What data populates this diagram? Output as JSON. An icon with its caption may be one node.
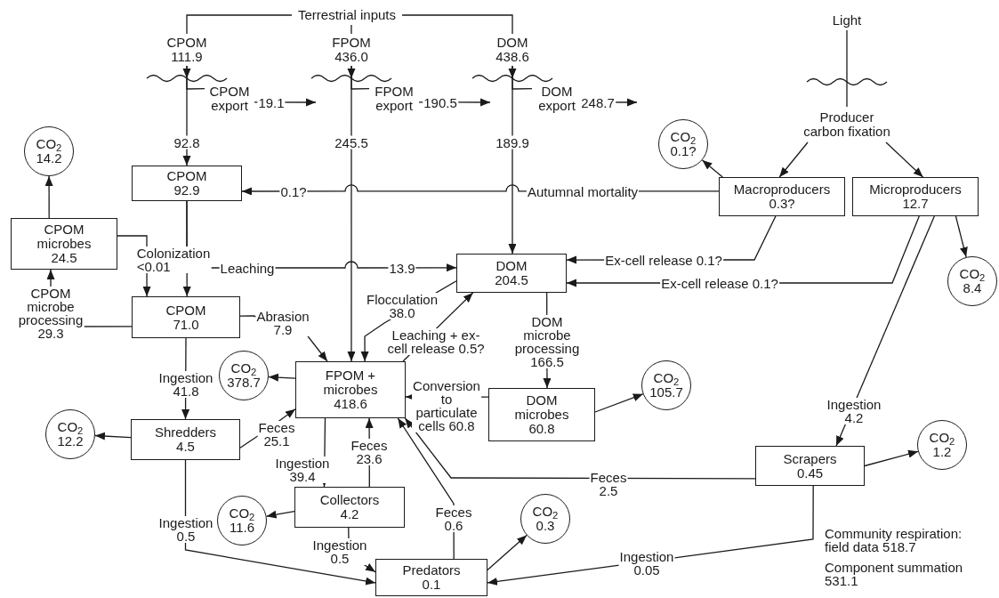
{
  "diagram": {
    "nodes": [
      {
        "text": [
          "Terrestrial inputs"
        ]
      },
      {
        "text": [
          "CPOM",
          "111.9"
        ]
      },
      {
        "text": [
          "FPOM",
          "436.0"
        ]
      },
      {
        "text": [
          "DOM",
          "438.6"
        ]
      },
      {
        "text": [
          "Light"
        ]
      },
      {
        "text": [
          "CPOM export"
        ]
      },
      {
        "text": [
          "FPOM export"
        ]
      },
      {
        "text": [
          "DOM export"
        ]
      },
      {
        "text": [
          "CO$_{2}$",
          "14.2"
        ]
      },
      {
        "text": [
          "CO$_{2}$",
          "0.1?"
        ]
      },
      {
        "text": [
          "Producer carbon fixation"
        ]
      },
      {
        "text": [
          "CPOM",
          "92.9"
        ]
      },
      {
        "text": [
          "Macroproducers",
          "0.3?"
        ]
      },
      {
        "text": [
          "Microproducers",
          "12.7"
        ]
      },
      {
        "text": [
          "CPOM microbes",
          "24.5"
        ]
      },
      {
        "text": [
          "DOM",
          "204.5"
        ]
      },
      {
        "text": [
          "CO$_{2}$",
          "8.4"
        ]
      },
      {
        "text": [
          "CPOM",
          "71.0"
        ]
      },
      {
        "text": [
          "FPOM + microbes",
          "418.6"
        ]
      },
      {
        "text": [
          "CO$_{2}$",
          "378.7"
        ]
      },
      {
        "text": [
          "DOM microbes",
          "60.8"
        ]
      },
      {
        "text": [
          "CO$_{2}$",
          "105.7"
        ]
      },
      {
        "text": [
          "Shredders",
          "4.5"
        ]
      },
      {
        "text": [
          "CO$_{2}$",
          "12.2"
        ]
      },
      {
        "text": [
          "Collectors",
          "4.2"
        ]
      },
      {
        "text": [
          "CO$_{2}$",
          "11.6"
        ]
      },
      {
        "text": [
          "CO$_{2}$",
          "1.2"
        ]
      },
      {
        "text": [
          "Scrapers",
          "0.45"
        ]
      },
      {
        "text": [
          "CO$_{2}$",
          "0.3"
        ]
      },
      {
        "text": [
          "Predators",
          "0.1"
        ]
      }
    ],
    "edges": [
      {
        "from": 0,
        "to": 1,
        "arrow": "none"
      },
      {
        "from": 0,
        "to": 2,
        "arrow": "none"
      },
      {
        "from": 0,
        "to": 3,
        "arrow": "none"
      },
      {
        "from": 1,
        "to": 11,
        "arrow": "to",
        "label": "92.8"
      },
      {
        "from": 1,
        "to": 5,
        "arrow": "none"
      },
      {
        "from": 5,
        "to": null,
        "arrow": "to",
        "label": "19.1"
      },
      {
        "from": 2,
        "to": 18,
        "arrow": "to",
        "label": "245.5"
      },
      {
        "from": 2,
        "to": 6,
        "arrow": "none"
      },
      {
        "from": 6,
        "to": null,
        "arrow": "to",
        "label": "190.5"
      },
      {
        "from": 3,
        "to": 15,
        "arrow": "to",
        "label": "189.9"
      },
      {
        "from": 3,
        "to": 7,
        "arrow": "none"
      },
      {
        "from": 7,
        "to": null,
        "arrow": "to",
        "label": "248.7"
      },
      {
        "from": 4,
        "to": 10,
        "arrow": "none"
      },
      {
        "from": 10,
        "to": 12,
        "arrow": "to"
      },
      {
        "from": 10,
        "to": 13,
        "arrow": "to"
      },
      {
        "from": 12,
        "to": 9,
        "arrow": "to"
      },
      {
        "from": 12,
        "to": 11,
        "arrow": "to",
        "label": "0.1?"
      },
      {
        "from": 14,
        "to": 8,
        "arrow": "to"
      },
      {
        "from": 14,
        "to": 17,
        "arrow": "to",
        "label": "Colonization <0.01"
      },
      {
        "from": 11,
        "to": 17,
        "arrow": "to"
      },
      {
        "from": 11,
        "to": 15,
        "arrow": "to",
        "label": "13.9"
      },
      {
        "from": 12,
        "to": 15,
        "arrow": "to",
        "label": "Ex-cell release 0.1?"
      },
      {
        "from": 13,
        "to": 15,
        "arrow": "to",
        "label": "Ex-cell release 0.1?"
      },
      {
        "from": 13,
        "to": 16,
        "arrow": "to"
      },
      {
        "from": 13,
        "to": 27,
        "arrow": "to",
        "label": "Ingestion 4.2"
      },
      {
        "from": 15,
        "to": 18,
        "arrow": "to",
        "label": "Flocculation 38.0"
      },
      {
        "from": 18,
        "to": 15,
        "arrow": "to",
        "label": "Leaching + ex-cell release 0.5?"
      },
      {
        "from": 20,
        "to": 18,
        "arrow": "to",
        "label": "Conversion to particulate cells 60.8"
      },
      {
        "from": 15,
        "to": 20,
        "arrow": "to",
        "label": "DOM microbe processing 166.5"
      },
      {
        "from": 20,
        "to": 21,
        "arrow": "to"
      },
      {
        "from": 18,
        "to": 19,
        "arrow": "to"
      },
      {
        "from": 17,
        "to": 18,
        "arrow": "to",
        "label": "Abrasion 7.9"
      },
      {
        "from": 17,
        "to": 22,
        "arrow": "to",
        "label": "Ingestion 41.8"
      },
      {
        "from": 22,
        "to": 23,
        "arrow": "to"
      },
      {
        "from": 22,
        "to": 18,
        "arrow": "to",
        "label": "Feces 25.1"
      },
      {
        "from": 18,
        "to": 24,
        "arrow": "to",
        "label": "Ingestion 39.4"
      },
      {
        "from": 24,
        "to": 18,
        "arrow": "to",
        "label": "Feces 23.6"
      },
      {
        "from": 24,
        "to": 25,
        "arrow": "to"
      },
      {
        "from": 22,
        "to": 29,
        "arrow": "to",
        "label": "Ingestion 0.5"
      },
      {
        "from": 24,
        "to": 29,
        "arrow": "to",
        "label": "Ingestion 0.5"
      },
      {
        "from": 29,
        "to": 18,
        "arrow": "to",
        "label": "Feces 0.6"
      },
      {
        "from": 27,
        "to": 18,
        "arrow": "to",
        "label": "Feces 2.5"
      },
      {
        "from": 29,
        "to": 28,
        "arrow": "to"
      },
      {
        "from": 27,
        "to": 26,
        "arrow": "to"
      },
      {
        "from": 27,
        "to": 29,
        "arrow": "to",
        "label": "Ingestion 0.05"
      },
      {
        "from": 17,
        "to": 14,
        "arrow": "to",
        "label": "CPOM microbe processing 29.3"
      }
    ],
    "labels": [
      "Autumnal mortality",
      "Leaching",
      "Community respiration: field data 518.7",
      "Component summation 531.1"
    ]
  }
}
